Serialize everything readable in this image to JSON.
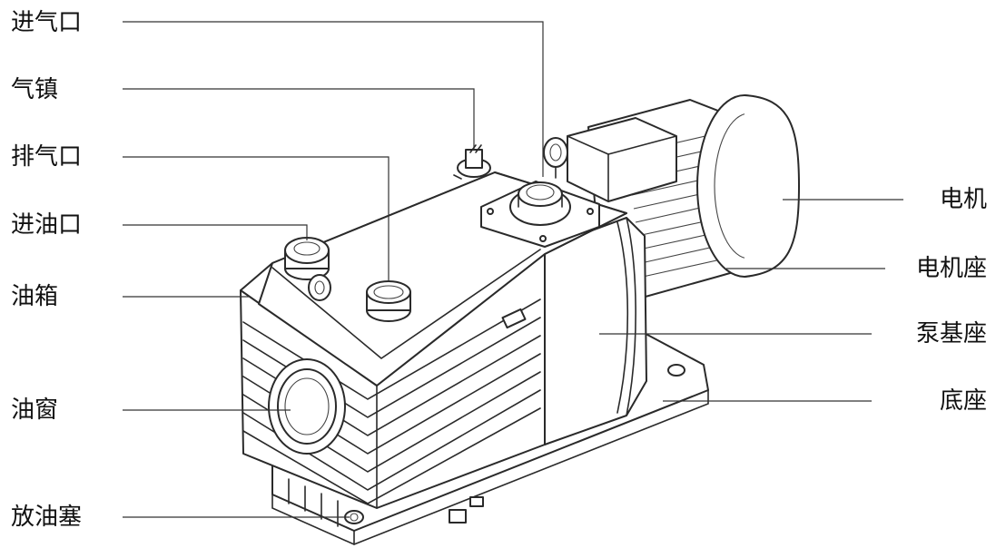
{
  "labels": {
    "inlet": "进气口",
    "gas_ballast": "气镇",
    "exhaust": "排气口",
    "oil_fill": "进油口",
    "oil_tank": "油箱",
    "oil_window": "油窗",
    "drain_plug": "放油塞",
    "motor": "电机",
    "motor_seat": "电机座",
    "pump_base": "泵基座",
    "base": "底座"
  }
}
